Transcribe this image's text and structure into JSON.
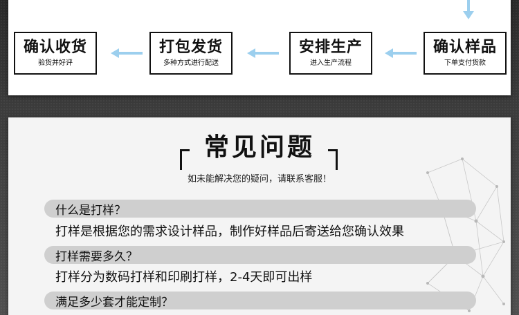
{
  "process": {
    "steps": [
      {
        "title": "确认收货",
        "subtitle": "验货并好评"
      },
      {
        "title": "打包发货",
        "subtitle": "多种方式进行配送"
      },
      {
        "title": "安排生产",
        "subtitle": "进入生产流程"
      },
      {
        "title": "确认样品",
        "subtitle": "下单支付货款"
      }
    ],
    "colors": {
      "arrow": "#9ccfee",
      "box_border": "#111111"
    }
  },
  "faq": {
    "title": "常见问题",
    "subtitle": "如未能解决您的疑问，请联系客服！",
    "items": [
      {
        "question": "什么是打样？",
        "answer": "打样是根据您的需求设计样品，制作好样品后寄送给您确认效果"
      },
      {
        "question": "打样需要多久？",
        "answer": "打样分为数码打样和印刷打样，2-4天即可出样"
      },
      {
        "question": "满足多少套才能定制？",
        "answer": ""
      }
    ],
    "colors": {
      "question_bar": "#cfcfcf"
    }
  }
}
